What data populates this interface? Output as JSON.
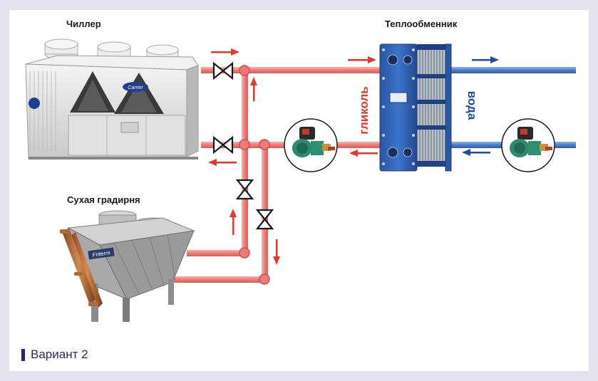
{
  "labels": {
    "chiller": "Чиллер",
    "heat_exchanger": "Теплообменник",
    "dry_cooler": "Сухая градирня",
    "glycol": "гликоль",
    "water": "вода",
    "brand_chiller": "Carrier",
    "brand_cooler": "Friterm"
  },
  "caption": "Вариант 2",
  "colors": {
    "glycol_pipe": "#f07f7c",
    "water_pipe": "#4a7fc9",
    "glycol_arrow": "#e8352b",
    "water_arrow": "#1f4f9a",
    "heat_exchanger_body": "#2f63b8",
    "caption_bar": "#1f2d6b",
    "background": "#e5e3ef"
  }
}
